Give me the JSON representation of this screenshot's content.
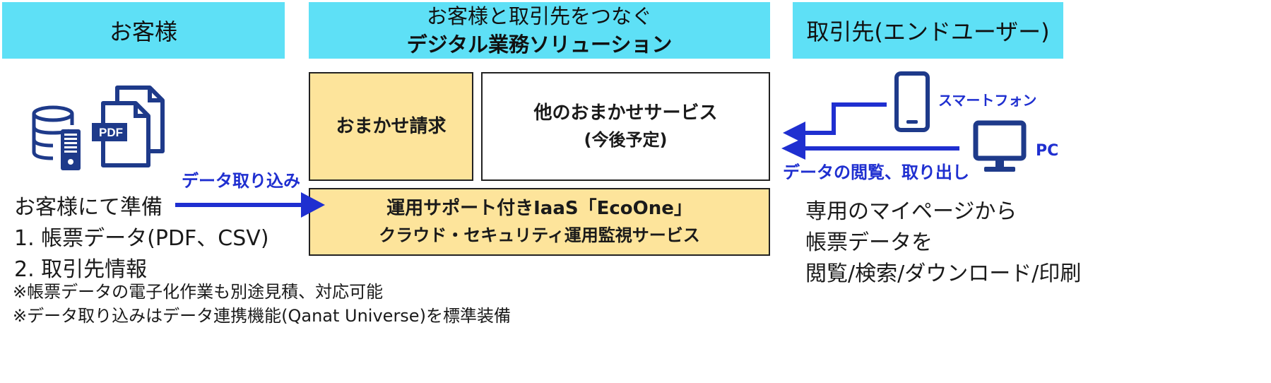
{
  "headers": {
    "customer": "お客様",
    "solution_line1": "お客様と取引先をつなぐ",
    "solution_line2": "デジタル業務ソリューション",
    "partner": "取引先(エンドユーザー)"
  },
  "services": {
    "omakase": "おまかせ請求",
    "other_line1": "他のおまかせサービス",
    "other_line2": "(今後予定)",
    "iaas_line1": "運用サポート付きIaaS「EcoOne」",
    "iaas_line2": "クラウド・セキュリティ運用監視サービス"
  },
  "customer_side": {
    "pdf_label": "PDF",
    "import_label": "データ取り込み",
    "prep_lines": [
      "お客様にて準備",
      "1. 帳票データ(PDF、CSV)",
      "2. 取引先情報"
    ]
  },
  "partner_side": {
    "smartphone_label": "スマートフォン",
    "pc_label": "PC",
    "view_label": "データの閲覧、取り出し",
    "desc_lines": [
      "専用のマイページから",
      "帳票データを",
      "閲覧/検索/ダウンロード/印刷"
    ]
  },
  "notes": [
    "※帳票データの電子化作業も別途見積、対応可能",
    "※データ取り込みはデータ連携機能(Qanat Universe)を標準装備"
  ],
  "colors": {
    "header_bg": "#5ee0f6",
    "box_yellow": "#fde49b",
    "arrow_blue": "#1f2fd0",
    "icon_navy": "#1e3a8a"
  }
}
